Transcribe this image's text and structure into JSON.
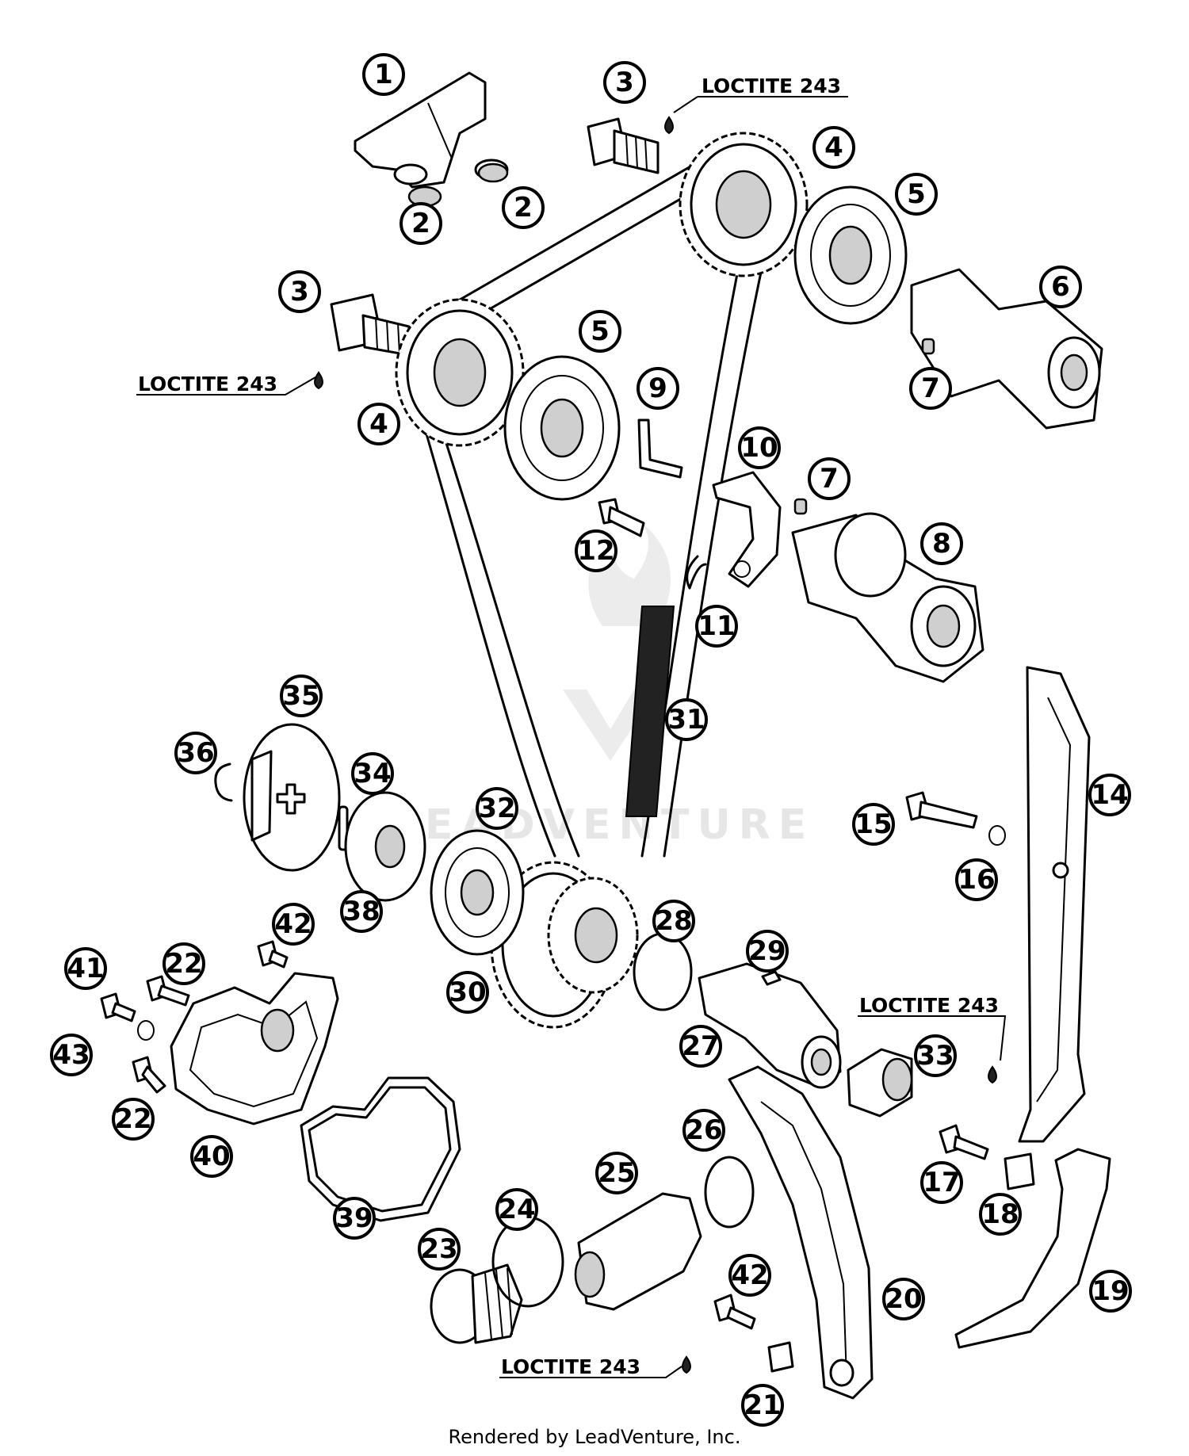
{
  "watermark": "LEADVENTURE",
  "footer": "Rendered by LeadVenture, Inc.",
  "notes": {
    "loctite_1": "LOCTITE 243",
    "loctite_2": "LOCTITE 243",
    "loctite_3": "LOCTITE 243",
    "loctite_4": "LOCTITE 243"
  },
  "callouts": {
    "c1": "1",
    "c2a": "2",
    "c2b": "2",
    "c3a": "3",
    "c3b": "3",
    "c4a": "4",
    "c4b": "4",
    "c5a": "5",
    "c5b": "5",
    "c6": "6",
    "c7a": "7",
    "c7b": "7",
    "c8": "8",
    "c9": "9",
    "c10": "10",
    "c11": "11",
    "c12": "12",
    "c14": "14",
    "c15": "15",
    "c16": "16",
    "c17": "17",
    "c18": "18",
    "c19": "19",
    "c20": "20",
    "c21": "21",
    "c22a": "22",
    "c22b": "22",
    "c23": "23",
    "c24": "24",
    "c25": "25",
    "c26": "26",
    "c27": "27",
    "c28": "28",
    "c29": "29",
    "c30": "30",
    "c31": "31",
    "c32": "32",
    "c33": "33",
    "c34": "34",
    "c35": "35",
    "c36": "36",
    "c38": "38",
    "c39": "39",
    "c40": "40",
    "c41": "41",
    "c42a": "42",
    "c42b": "42",
    "c43": "43"
  }
}
